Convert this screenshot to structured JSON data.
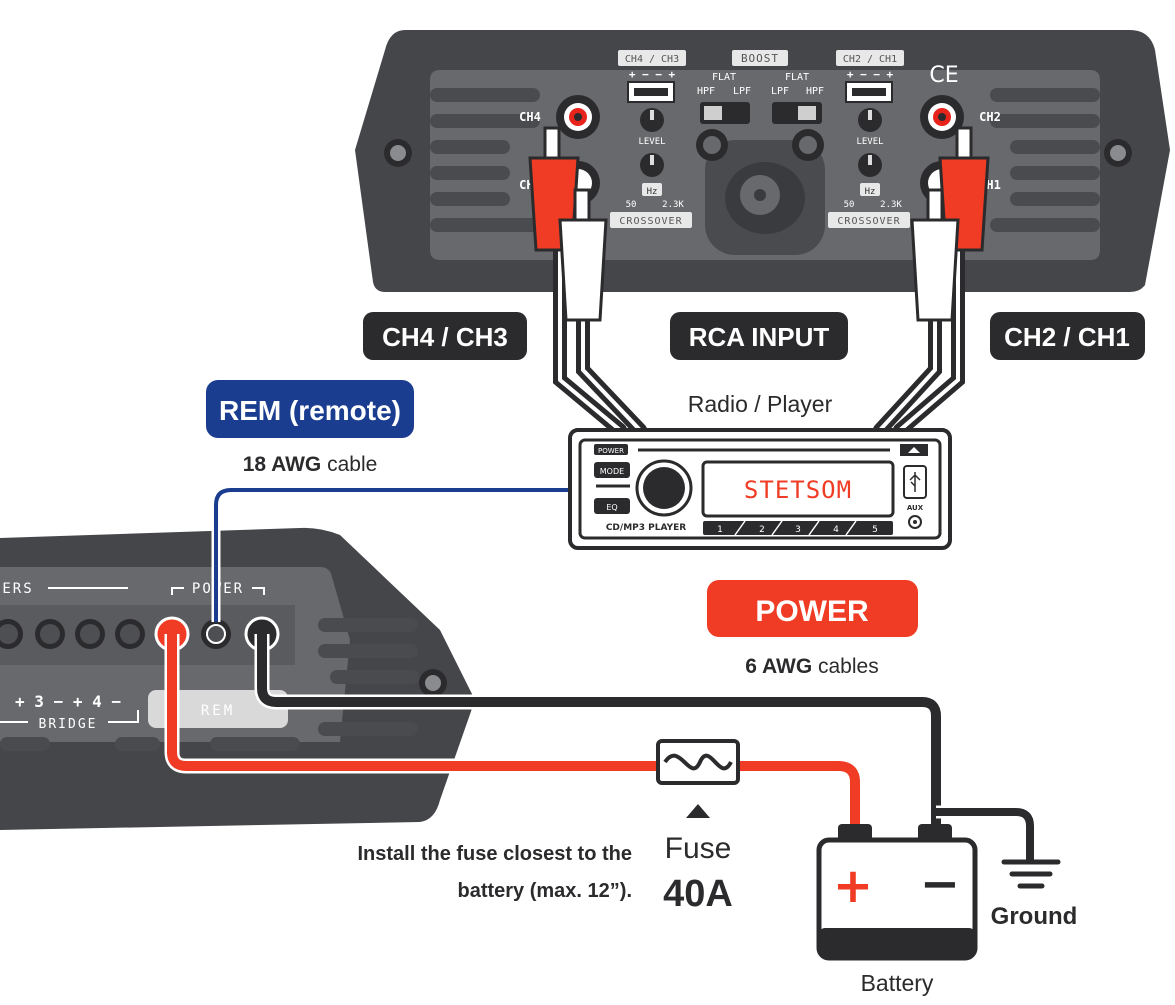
{
  "amp_top": {
    "panel": {
      "ch4": "CH4",
      "ch3": "CH3",
      "ch2": "CH2",
      "ch1": "CH1",
      "left_switch_label": "CH4 / CH3",
      "right_switch_label": "CH2 / CH1",
      "boost": "BOOST",
      "flat": "FLAT",
      "hpf": "HPF",
      "lpf": "LPF",
      "level": "LEVEL",
      "hz": "Hz",
      "hz_min": "50",
      "hz_max": "2.3K",
      "crossover": "CROSSOVER",
      "ce": "CE",
      "switch_signs": "+ − − +"
    }
  },
  "amp_bottom": {
    "speakers_partial": "ERS",
    "power": "POWER",
    "rem": "REM",
    "bridge": "BRIDGE",
    "bridge_signs": "+ 3 − + 4 −"
  },
  "labels": {
    "ch43": "CH4 / CH3",
    "rca_input": "RCA INPUT",
    "ch21": "CH2 / CH1",
    "rem_title": "REM (remote)",
    "rem_cable_bold": "18 AWG",
    "rem_cable_rest": " cable",
    "radio_player": "Radio / Player",
    "power_title": "POWER",
    "power_cable_bold": "6 AWG",
    "power_cable_rest": " cables",
    "fuse_note_line1": "Install the fuse closest to the",
    "fuse_note_line2": "battery (max. 12”).",
    "fuse_label": "Fuse",
    "fuse_value": "40A",
    "ground": "Ground",
    "battery": "Battery",
    "battery_plus": "+",
    "battery_minus": "−"
  },
  "radio": {
    "power_btn": "POWER",
    "mode_btn": "MODE",
    "eq_btn": "EQ",
    "display": "STETSOM",
    "model": "CD/MP3 PLAYER",
    "presets": [
      "1",
      "2",
      "3",
      "4",
      "5"
    ],
    "aux": "AUX"
  },
  "colors": {
    "amp_body": "#454649",
    "amp_panel": "#68696c",
    "label_dark": "#2b2b2d",
    "rem_blue": "#1a3d8f",
    "power_red": "#f03c24",
    "wire_red": "#f03c24",
    "wire_black": "#2b2b2d",
    "wire_blue": "#1a3d8f"
  }
}
